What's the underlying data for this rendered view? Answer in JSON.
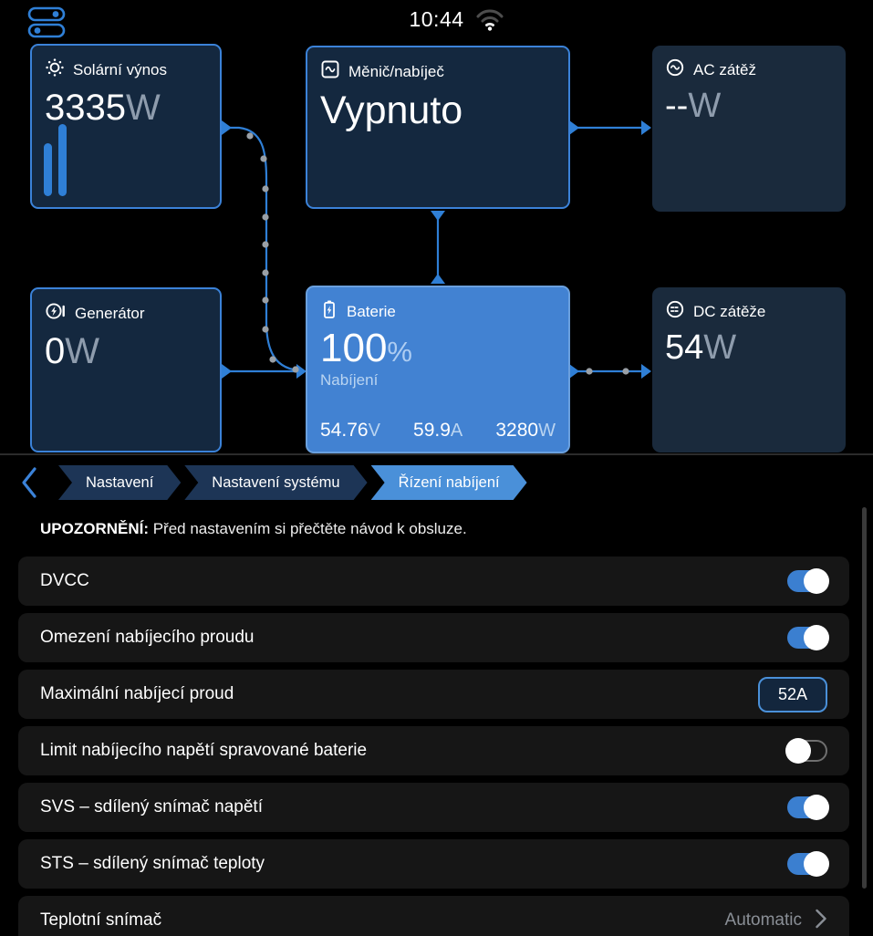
{
  "status_bar": {
    "time": "10:44",
    "wifi_icon": "wifi-icon",
    "menu_icon": "toggles-menu-icon"
  },
  "flow": {
    "tiles": {
      "solar": {
        "icon": "sun-icon",
        "title": "Solární výnos",
        "value": "3335",
        "unit": "W"
      },
      "inverter": {
        "icon": "inverter-icon",
        "title": "Měnič/nabíječ",
        "status": "Vypnuto"
      },
      "ac_loads": {
        "icon": "ac-wave-icon",
        "title": "AC zátěž",
        "value": "--",
        "unit": "W"
      },
      "generator": {
        "icon": "generator-icon",
        "title": "Generátor",
        "value": "0",
        "unit": "W"
      },
      "battery": {
        "icon": "battery-icon",
        "title": "Baterie",
        "soc": "100",
        "soc_unit": "%",
        "state": "Nabíjení",
        "voltage": "54.76",
        "voltage_unit": "V",
        "current": "59.9",
        "current_unit": "A",
        "power": "3280",
        "power_unit": "W"
      },
      "dc_loads": {
        "icon": "dc-loads-icon",
        "title": "DC zátěže",
        "value": "54",
        "unit": "W"
      }
    }
  },
  "breadcrumbs": {
    "items": [
      {
        "label": "Nastavení",
        "active": false
      },
      {
        "label": "Nastavení systému",
        "active": false
      },
      {
        "label": "Řízení nabíjení",
        "active": true
      }
    ]
  },
  "warning": {
    "prefix": "UPOZORNĚNÍ:",
    "text": " Před nastavením si přečtěte návod k obsluze."
  },
  "settings": {
    "rows": [
      {
        "label": "DVCC",
        "control": "toggle",
        "state": "on"
      },
      {
        "label": "Omezení nabíjecího proudu",
        "control": "toggle",
        "state": "on"
      },
      {
        "label": "Maximální nabíjecí proud",
        "control": "value",
        "value": "52A"
      },
      {
        "label": "Limit nabíjecího napětí spravované baterie",
        "control": "toggle",
        "state": "off"
      },
      {
        "label": "SVS – sdílený snímač napětí",
        "control": "toggle",
        "state": "on"
      },
      {
        "label": "STS – sdílený snímač teploty",
        "control": "toggle",
        "state": "on"
      },
      {
        "label": "Teplotní snímač",
        "control": "nav",
        "value": "Automatic"
      }
    ]
  },
  "colors": {
    "accent": "#3b82d8",
    "battery_tile": "#4282d2",
    "crumb_active": "#4a90d9",
    "crumb_inactive": "#1d3556",
    "row_bg": "#161616",
    "toggle_on": "#3b7fd0",
    "muted_unit": "#8e9cad"
  }
}
